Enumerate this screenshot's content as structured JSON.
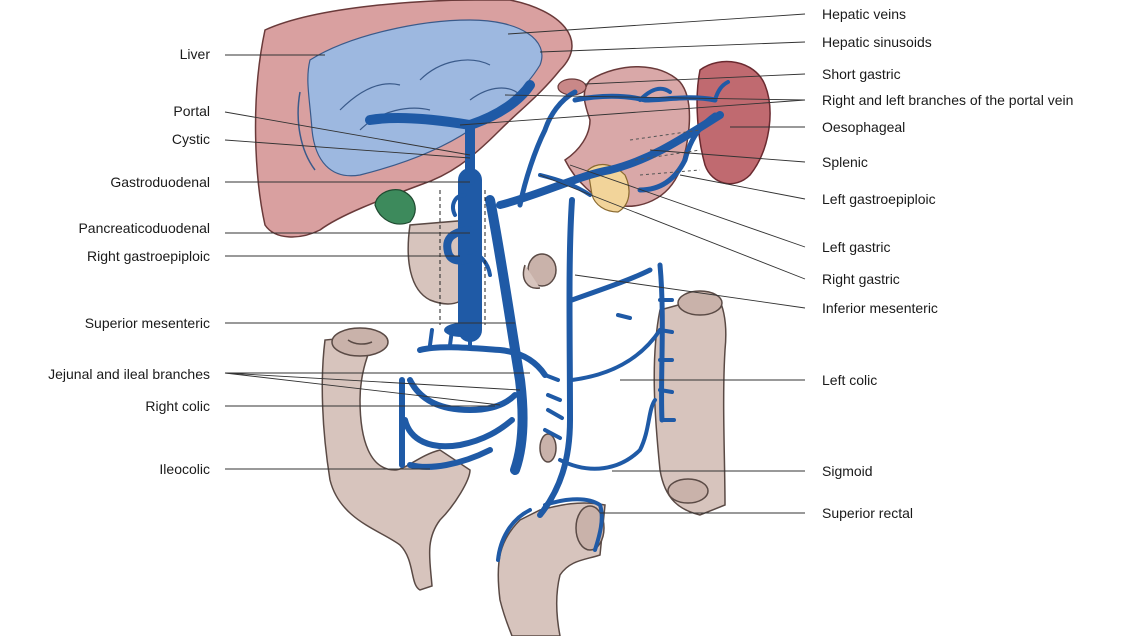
{
  "labels_left": {
    "liver": "Liver",
    "portal": "Portal",
    "cystic": "Cystic",
    "gastroduodenal": "Gastroduodenal",
    "pancreaticoduodenal": "Pancreaticoduodenal",
    "right_gastroepiploic": "Right gastroepiploic",
    "superior_mesenteric": "Superior mesenteric",
    "jejunal_ileal": "Jejunal and ileal branches",
    "right_colic": "Right colic",
    "ileocolic": "Ileocolic"
  },
  "labels_right": {
    "hepatic_veins": "Hepatic veins",
    "hepatic_sinusoids": "Hepatic sinusoids",
    "short_gastric": "Short gastric",
    "portal_branches": "Right and left branches of the portal vein",
    "oesophageal": "Oesophageal",
    "splenic": "Splenic",
    "left_gastroepiploic": "Left gastroepiploic",
    "left_gastric": "Left gastric",
    "right_gastric": "Right gastric",
    "inferior_mesenteric": "Inferior mesenteric",
    "left_colic": "Left colic",
    "sigmoid": "Sigmoid",
    "superior_rectal": "Superior rectal"
  },
  "colors": {
    "vein": "#1f5aa6",
    "liver": "#d9a0a0",
    "liver_inner": "#9db8e0",
    "spleen": "#c06a70",
    "stomach": "#d9a8a8",
    "gut": "#d7c4bd",
    "gallbladder": "#3d8a5c",
    "pancreas": "#f2d49a"
  }
}
